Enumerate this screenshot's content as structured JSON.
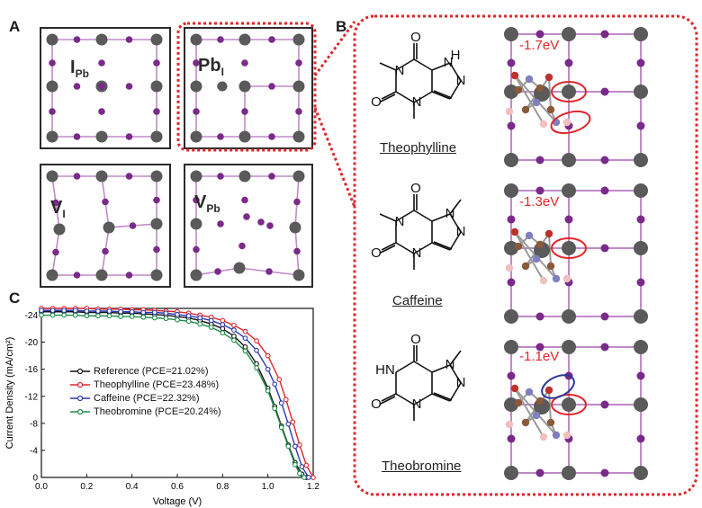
{
  "panels": {
    "a": "A",
    "b": "B",
    "c": "C"
  },
  "defects": [
    {
      "main": "I",
      "sub": "Pb"
    },
    {
      "main": "Pb",
      "sub": "I"
    },
    {
      "main": "V",
      "sub": "I"
    },
    {
      "main": "V",
      "sub": "Pb"
    }
  ],
  "molecules": [
    {
      "name": "Theophylline",
      "energy": "-1.7eV"
    },
    {
      "name": "Caffeine",
      "energy": "-1.3eV"
    },
    {
      "name": "Theobromine",
      "energy": "-1.1eV"
    }
  ],
  "structure_labels": {
    "h": "H",
    "n": "N",
    "o": "O",
    "hn": "HN"
  },
  "colors": {
    "pb": "#5a5a5a",
    "iodine": "#7a2a8a",
    "bond": "#c08ac8",
    "highlight": "#e0262a",
    "blue_ellipse": "#2a3a9a"
  },
  "chart_data": {
    "type": "line",
    "xlabel": "Voltage (V)",
    "ylabel": "Current Density (mA/cm²)",
    "xlim": [
      0.0,
      1.2
    ],
    "ylim": [
      0,
      -25
    ],
    "x_ticks": [
      "0.0",
      "0.2",
      "0.4",
      "0.6",
      "0.8",
      "1.0",
      "1.2"
    ],
    "y_ticks": [
      "0",
      "-4",
      "-8",
      "-12",
      "-16",
      "-20",
      "-24"
    ],
    "series": [
      {
        "name": "Reference (PCE=21.02%)",
        "color": "#111111",
        "x": [
          0,
          0.05,
          0.1,
          0.15,
          0.2,
          0.25,
          0.3,
          0.35,
          0.4,
          0.45,
          0.5,
          0.55,
          0.6,
          0.65,
          0.7,
          0.75,
          0.8,
          0.85,
          0.9,
          0.95,
          1.0,
          1.03,
          1.06,
          1.09,
          1.12,
          1.15,
          1.17
        ],
        "y": [
          -24.5,
          -24.5,
          -24.5,
          -24.5,
          -24.4,
          -24.4,
          -24.4,
          -24.3,
          -24.3,
          -24.2,
          -24.1,
          -24.0,
          -23.8,
          -23.6,
          -23.2,
          -22.7,
          -22.0,
          -20.9,
          -19.3,
          -16.8,
          -13.2,
          -10.5,
          -7.6,
          -4.8,
          -2.2,
          -0.5,
          0
        ]
      },
      {
        "name": "Theophylline (PCE=23.48%)",
        "color": "#e0262a",
        "x": [
          0,
          0.05,
          0.1,
          0.15,
          0.2,
          0.25,
          0.3,
          0.35,
          0.4,
          0.45,
          0.5,
          0.55,
          0.6,
          0.65,
          0.7,
          0.75,
          0.8,
          0.85,
          0.9,
          0.95,
          1.0,
          1.05,
          1.08,
          1.11,
          1.14,
          1.17,
          1.2
        ],
        "y": [
          -25.0,
          -25.0,
          -25.0,
          -25.0,
          -25.0,
          -24.9,
          -24.9,
          -24.9,
          -24.8,
          -24.8,
          -24.7,
          -24.6,
          -24.5,
          -24.3,
          -24.0,
          -23.7,
          -23.2,
          -22.5,
          -21.6,
          -20.2,
          -18.0,
          -14.5,
          -11.5,
          -8.2,
          -4.8,
          -1.8,
          0
        ]
      },
      {
        "name": "Caffeine (PCE=22.32%)",
        "color": "#2a3ab0",
        "x": [
          0,
          0.05,
          0.1,
          0.15,
          0.2,
          0.25,
          0.3,
          0.35,
          0.4,
          0.45,
          0.5,
          0.55,
          0.6,
          0.65,
          0.7,
          0.75,
          0.8,
          0.85,
          0.9,
          0.95,
          1.0,
          1.03,
          1.06,
          1.09,
          1.12,
          1.15,
          1.18
        ],
        "y": [
          -24.7,
          -24.7,
          -24.7,
          -24.7,
          -24.6,
          -24.6,
          -24.6,
          -24.5,
          -24.5,
          -24.4,
          -24.4,
          -24.3,
          -24.1,
          -23.9,
          -23.6,
          -23.2,
          -22.6,
          -21.8,
          -20.6,
          -18.8,
          -16.0,
          -13.8,
          -11.0,
          -7.9,
          -4.6,
          -1.6,
          0
        ]
      },
      {
        "name": "Theobromine (PCE=20.24%)",
        "color": "#1e8c4a",
        "x": [
          0,
          0.05,
          0.1,
          0.15,
          0.2,
          0.25,
          0.3,
          0.35,
          0.4,
          0.45,
          0.5,
          0.55,
          0.6,
          0.65,
          0.7,
          0.75,
          0.8,
          0.85,
          0.9,
          0.95,
          1.0,
          1.03,
          1.06,
          1.09,
          1.12,
          1.14,
          1.16
        ],
        "y": [
          -24.0,
          -24.0,
          -24.0,
          -24.0,
          -23.9,
          -23.9,
          -23.9,
          -23.8,
          -23.8,
          -23.7,
          -23.6,
          -23.5,
          -23.3,
          -23.1,
          -22.7,
          -22.2,
          -21.4,
          -20.3,
          -18.7,
          -16.2,
          -12.8,
          -10.2,
          -7.4,
          -4.6,
          -1.9,
          -0.6,
          0
        ]
      }
    ]
  }
}
